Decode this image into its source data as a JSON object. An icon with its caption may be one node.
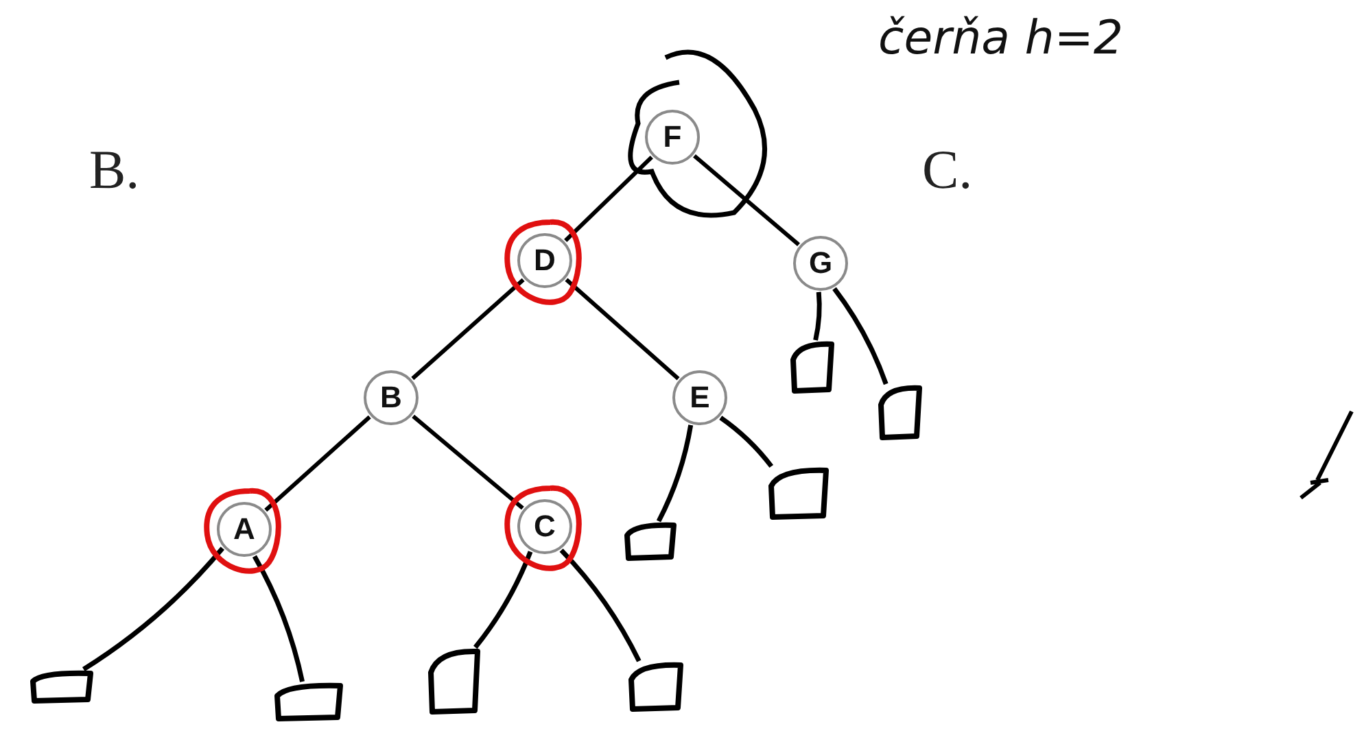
{
  "diagram": {
    "nodes": [
      {
        "text": [
          "F"
        ]
      },
      {
        "text": [
          "D"
        ]
      },
      {
        "text": [
          "G"
        ]
      },
      {
        "text": [
          "B"
        ]
      },
      {
        "text": [
          "E"
        ]
      },
      {
        "text": [
          "A"
        ]
      },
      {
        "text": [
          "C"
        ]
      },
      {
        "text": [],
        "shape": "box"
      },
      {
        "text": [],
        "shape": "box"
      },
      {
        "text": [],
        "shape": "box"
      },
      {
        "text": [],
        "shape": "box"
      },
      {
        "text": [],
        "shape": "box"
      },
      {
        "text": [],
        "shape": "box"
      },
      {
        "text": [],
        "shape": "box"
      },
      {
        "text": [],
        "shape": "box"
      }
    ],
    "edges": [
      {
        "from": 0,
        "to": 1,
        "arrow": "none"
      },
      {
        "from": 0,
        "to": 2,
        "arrow": "none"
      },
      {
        "from": 1,
        "to": 3,
        "arrow": "none"
      },
      {
        "from": 1,
        "to": 4,
        "arrow": "none"
      },
      {
        "from": 3,
        "to": 5,
        "arrow": "none"
      },
      {
        "from": 3,
        "to": 6,
        "arrow": "none"
      },
      {
        "from": 5,
        "to": 7,
        "arrow": "none"
      },
      {
        "from": 5,
        "to": 8,
        "arrow": "none"
      },
      {
        "from": 6,
        "to": 9,
        "arrow": "none"
      },
      {
        "from": 6,
        "to": 11,
        "arrow": "none"
      },
      {
        "from": 4,
        "to": 10,
        "arrow": "none"
      },
      {
        "from": 4,
        "to": 12,
        "arrow": "none"
      },
      {
        "from": 2,
        "to": 13,
        "arrow": "none"
      },
      {
        "from": 2,
        "to": 14,
        "arrow": "none"
      }
    ],
    "labels": [
      "B.",
      "C.",
      "čerňa h=2"
    ]
  }
}
